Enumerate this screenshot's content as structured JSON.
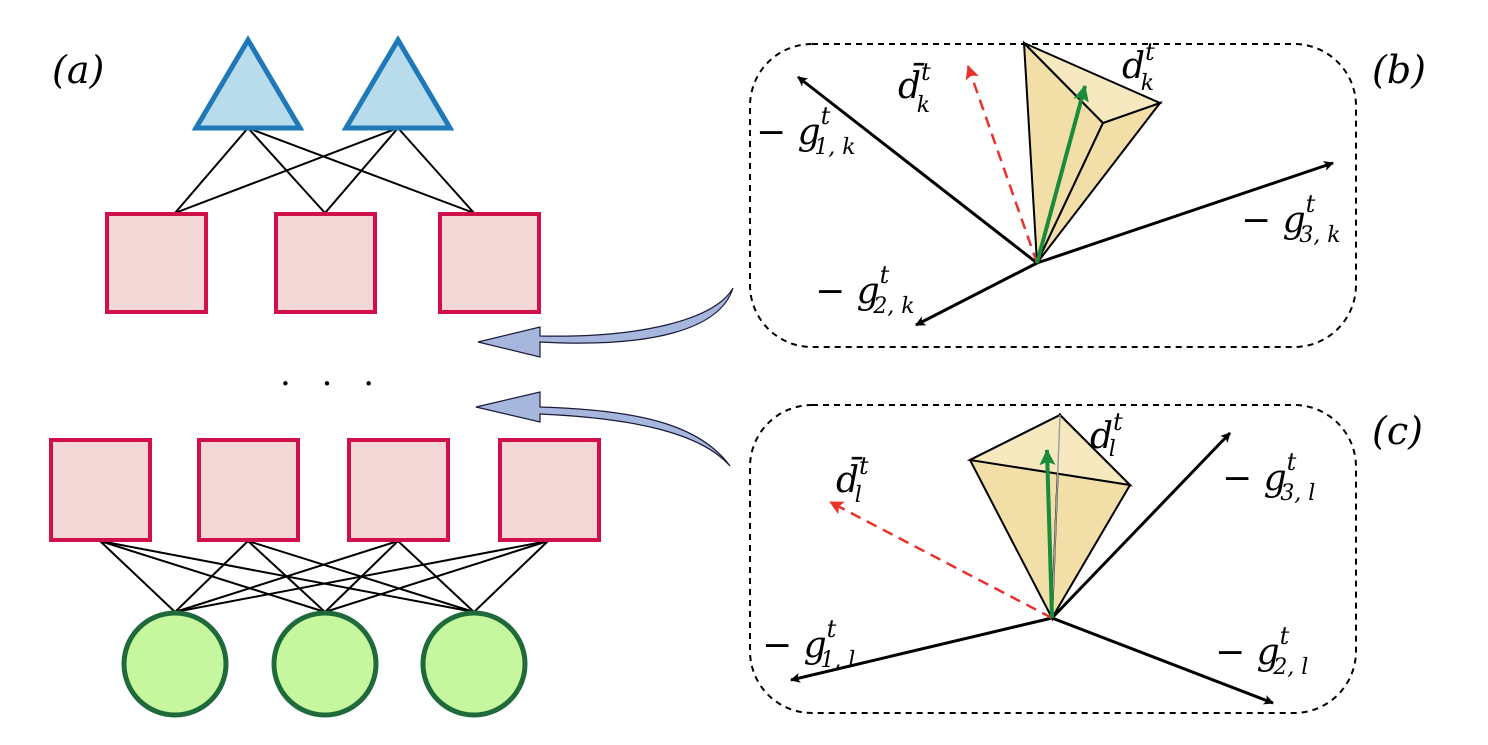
{
  "colors": {
    "triangle_fill": "#b8dcec",
    "triangle_stroke": "#1f79b8",
    "square_fill": "#f3d6d6",
    "square_stroke": "#d0104a",
    "circle_fill": "#c6f79e",
    "circle_stroke": "#1f6a3a",
    "arrow_fill": "#a7b6dd",
    "cone_fill": "#f2dfa8",
    "red_dashed": "#e8332c",
    "green_vector": "#1a8a3b"
  },
  "panel_a": {
    "label": "(a)",
    "ellipsis": ". . .",
    "output_nodes": 2,
    "upper_hidden_nodes": 3,
    "lower_hidden_nodes": 4,
    "input_nodes": 3
  },
  "panel_b": {
    "label": "(b)",
    "dbar": {
      "main": "d̄",
      "sup": "t",
      "sub": "k"
    },
    "d": {
      "main": "d",
      "sup": "t",
      "sub": "k"
    },
    "g1": {
      "prefix": "− g",
      "sup": "t",
      "sub": "1, k"
    },
    "g2": {
      "prefix": "− g",
      "sup": "t",
      "sub": "2, k"
    },
    "g3": {
      "prefix": "− g",
      "sup": "t",
      "sub": "3, k"
    }
  },
  "panel_c": {
    "label": "(c)",
    "dbar": {
      "main": "d̄",
      "sup": "t",
      "sub": "l"
    },
    "d": {
      "main": "d",
      "sup": "t",
      "sub": "l"
    },
    "g1": {
      "prefix": "− g",
      "sup": "t",
      "sub": "1, l"
    },
    "g2": {
      "prefix": "− g",
      "sup": "t",
      "sub": "2, l"
    },
    "g3": {
      "prefix": "− g",
      "sup": "t",
      "sub": "3, l"
    }
  }
}
